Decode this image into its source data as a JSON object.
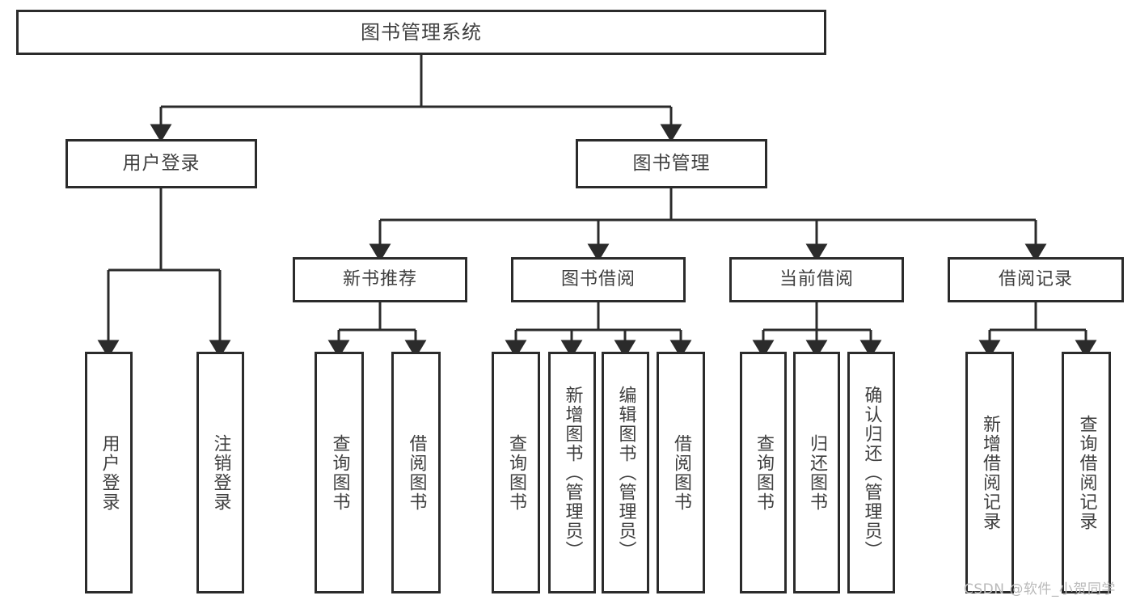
{
  "diagram": {
    "type": "hierarchy-tree",
    "title": "图书管理系统",
    "stroke_color": "#2b2b2b",
    "text_color": "#3f3f3f",
    "background_color": "#ffffff",
    "watermark": "CSDN @软件_小贺同学",
    "nodes": {
      "root": {
        "label": "图书管理系统"
      },
      "level2": [
        {
          "id": "user-login",
          "label": "用户登录"
        },
        {
          "id": "book-manage",
          "label": "图书管理"
        }
      ],
      "level3": [
        {
          "id": "new-book-recommend",
          "label": "新书推荐"
        },
        {
          "id": "book-borrow",
          "label": "图书借阅"
        },
        {
          "id": "current-borrow",
          "label": "当前借阅"
        },
        {
          "id": "borrow-record",
          "label": "借阅记录"
        }
      ],
      "leaves": {
        "user-login": [
          {
            "id": "login",
            "label": "用户登录"
          },
          {
            "id": "logout",
            "label": "注销登录"
          }
        ],
        "new-book-recommend": [
          {
            "id": "query-book-1",
            "label": "查询图书"
          },
          {
            "id": "borrow-book-1",
            "label": "借阅图书"
          }
        ],
        "book-borrow": [
          {
            "id": "query-book-2",
            "label": "查询图书"
          },
          {
            "id": "add-book",
            "label": "新增图书（管理员）"
          },
          {
            "id": "edit-book",
            "label": "编辑图书（管理员）"
          },
          {
            "id": "borrow-book-2",
            "label": "借阅图书"
          }
        ],
        "current-borrow": [
          {
            "id": "query-book-3",
            "label": "查询图书"
          },
          {
            "id": "return-book",
            "label": "归还图书"
          },
          {
            "id": "confirm-return",
            "label": "确认归还（管理员）"
          }
        ],
        "borrow-record": [
          {
            "id": "add-record",
            "label": "新增借阅记录"
          },
          {
            "id": "query-record",
            "label": "查询借阅记录"
          }
        ]
      }
    }
  }
}
